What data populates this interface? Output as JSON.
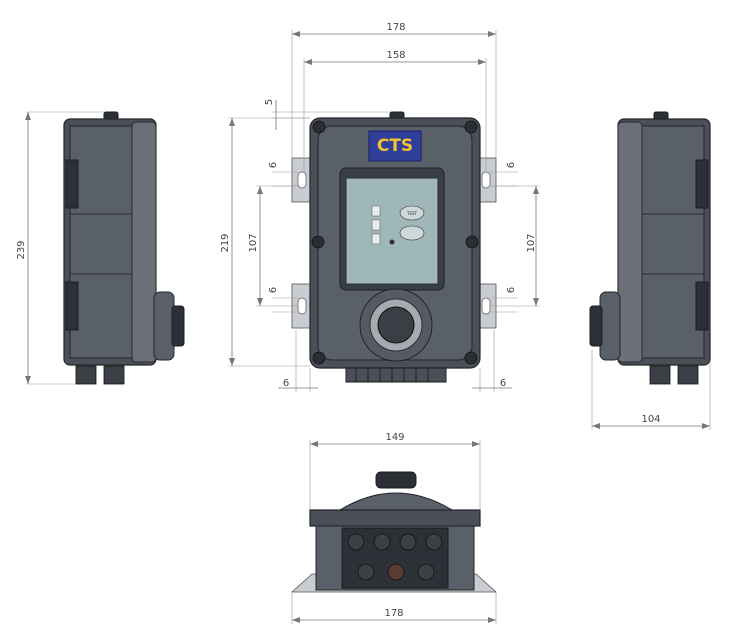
{
  "dimensions": {
    "front_width_outer": "178",
    "front_width_inner": "158",
    "top_offset": "5",
    "mount_offset_top_left": "6",
    "mount_offset_top_right": "6",
    "mount_offset_bottom_left": "6",
    "mount_offset_bottom_right": "6",
    "mount_spacing_left": "107",
    "mount_spacing_right": "107",
    "front_height": "219",
    "side_height": "239",
    "bottom_offset_left": "6",
    "bottom_offset_right": "6",
    "side_depth": "104",
    "bottom_width_inner": "149",
    "bottom_width_outer": "178"
  },
  "device": {
    "logo_text": "CTS",
    "logo_subtext": "",
    "display_line1": "",
    "display_line2": "",
    "button_top": "TEST",
    "button_bottom": "",
    "footer_line1": "",
    "footer_line2": ""
  },
  "colors": {
    "enclosure": "#4a4f58",
    "logo_blue": "#2f3f9a",
    "logo_yellow": "#f2c230",
    "display_green": "#9fb7b8"
  }
}
